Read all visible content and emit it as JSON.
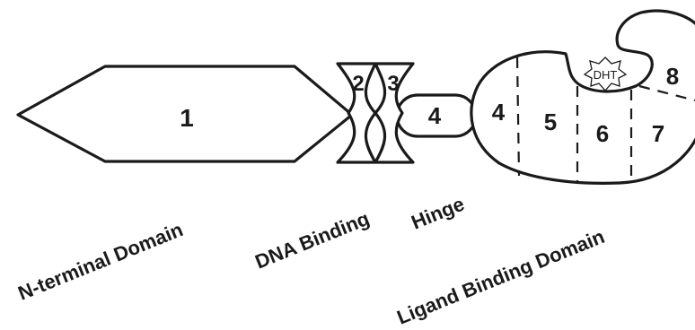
{
  "segments": {
    "n_terminal": "1",
    "dbd_a": "2",
    "dbd_b": "3",
    "hinge": "4",
    "lbd_4": "4",
    "lbd_5": "5",
    "lbd_6": "6",
    "lbd_7": "7",
    "lbd_8": "8"
  },
  "ligand": "DHT",
  "domains": {
    "n_terminal": "N-terminal Domain",
    "dna_binding": "DNA Binding",
    "hinge": "Hinge",
    "ligand_binding": "Ligand Binding Domain"
  }
}
